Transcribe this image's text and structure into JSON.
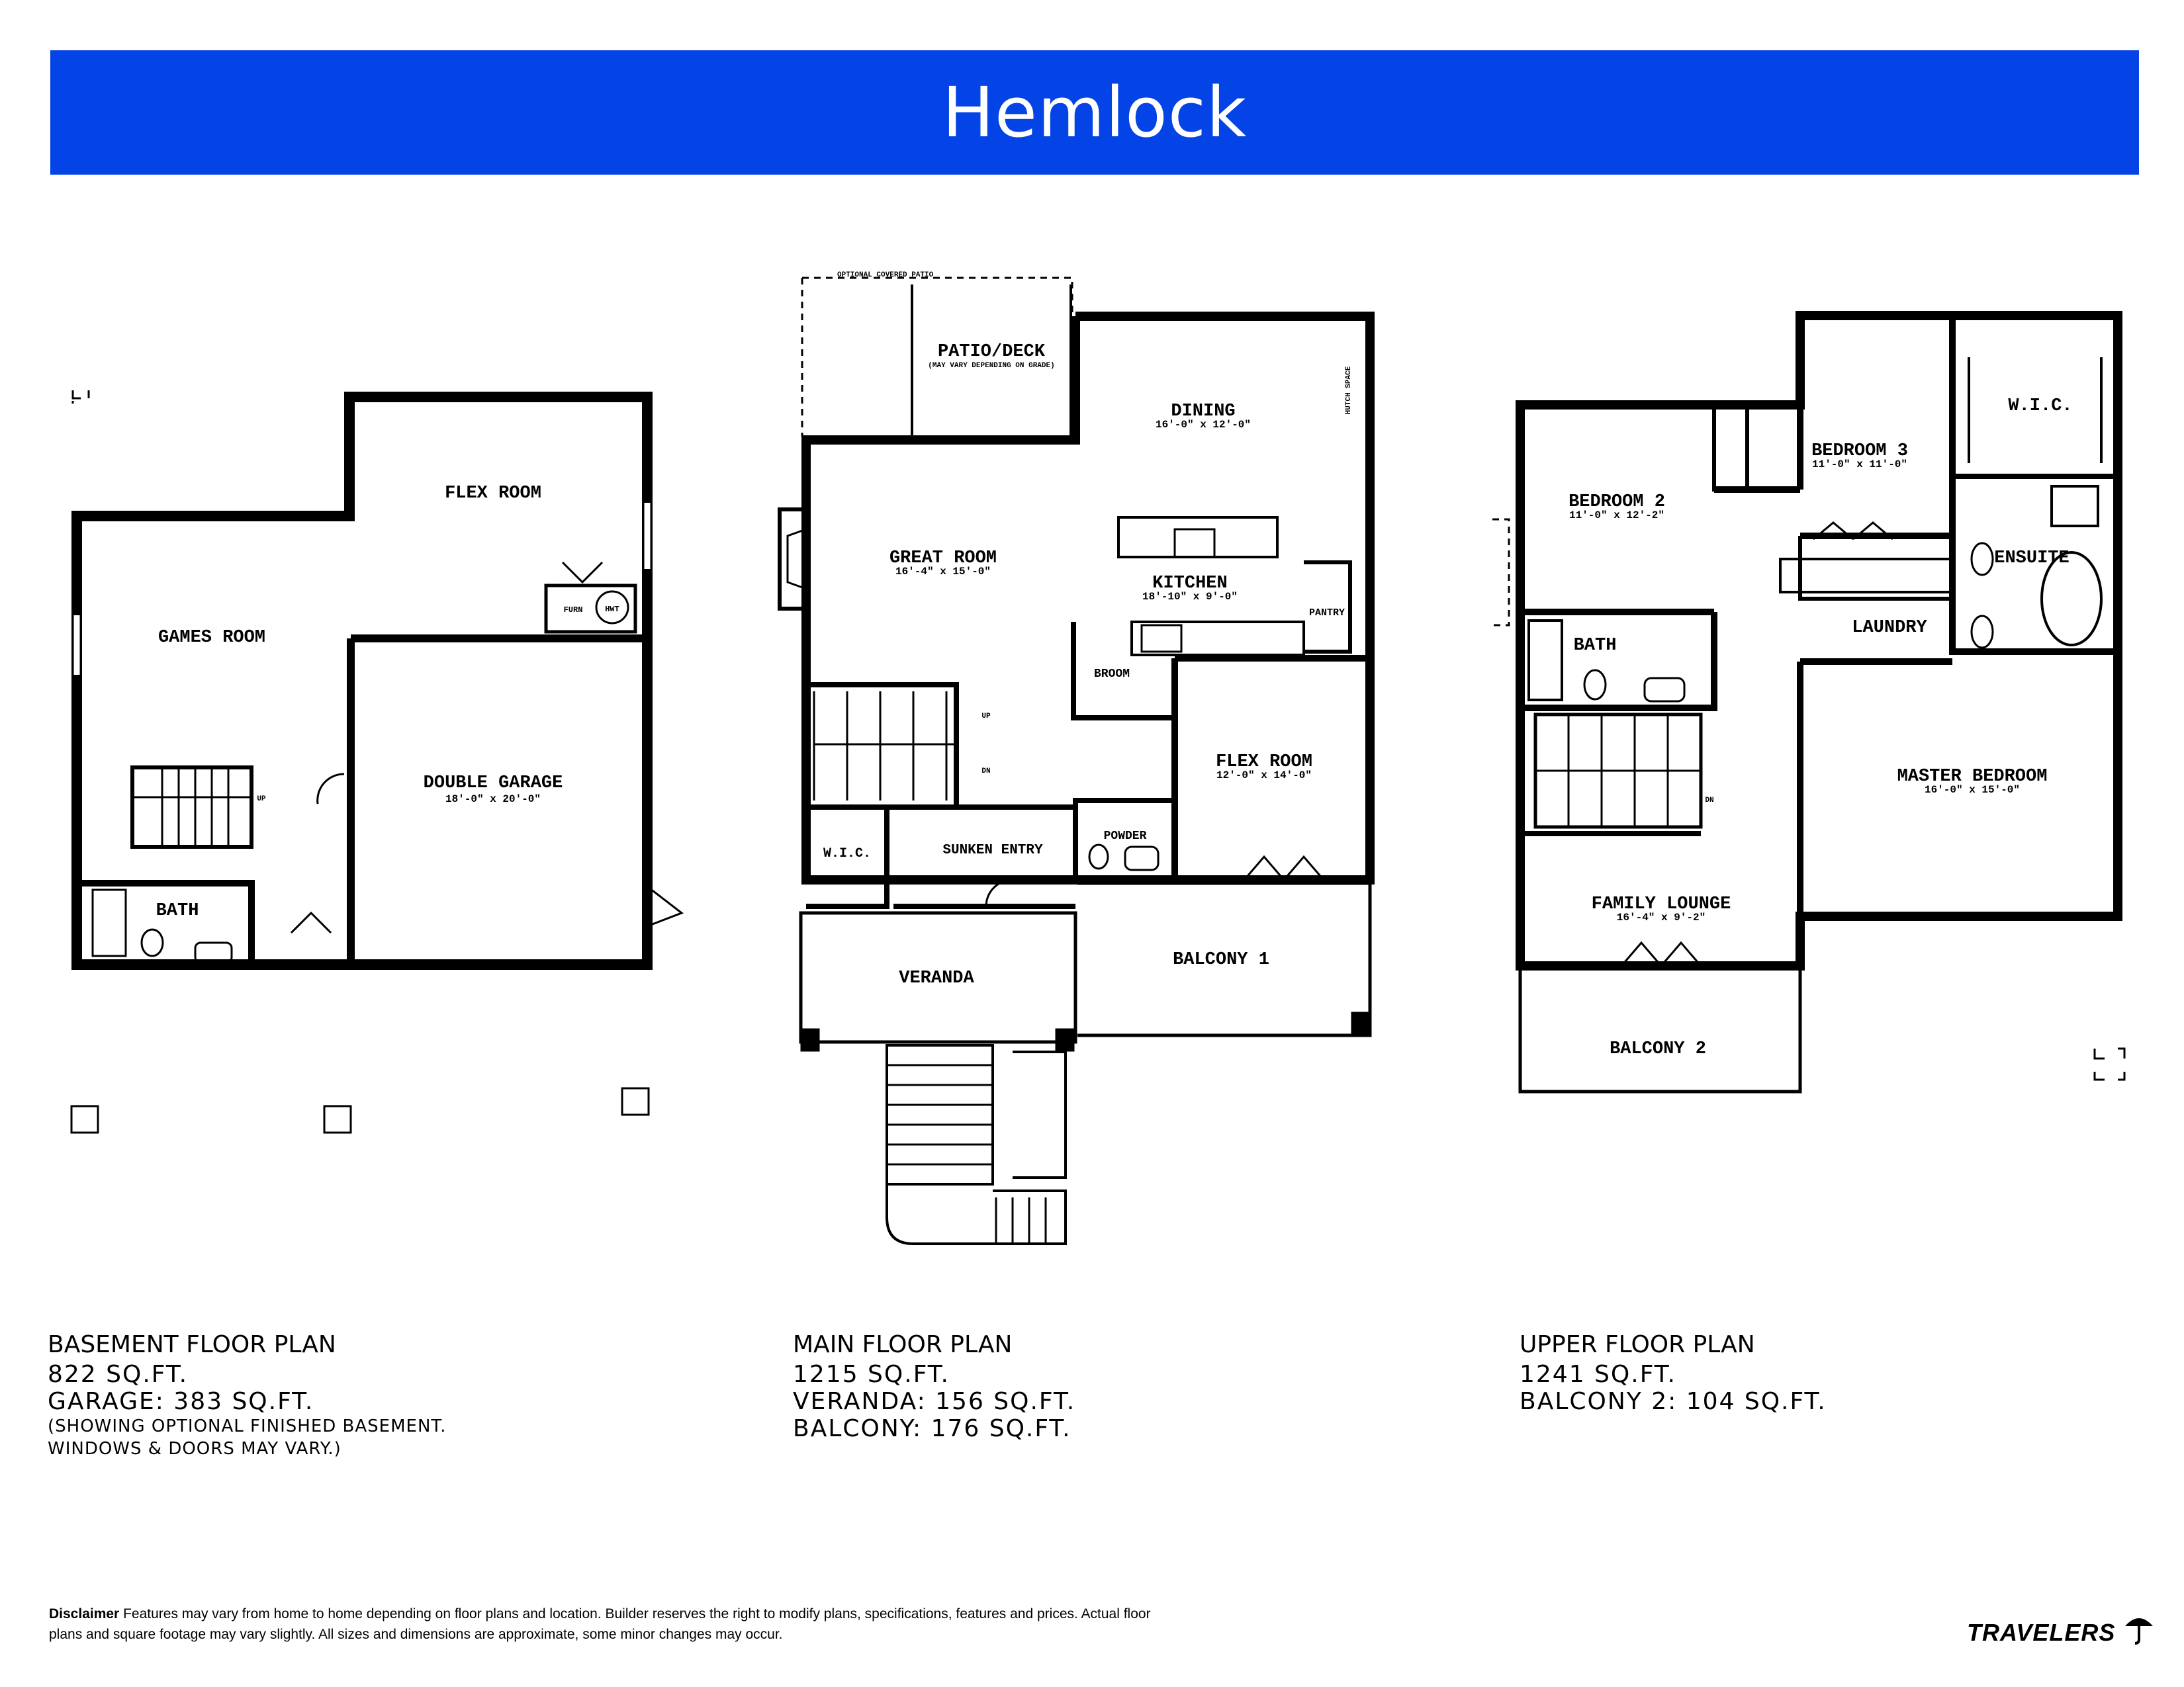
{
  "title": "Hemlock",
  "colors": {
    "banner": "#0444e6",
    "wall": "#000000"
  },
  "rooms": {
    "basement": {
      "flex_room": "FLEX ROOM",
      "games_room": "GAMES ROOM",
      "double_garage": "DOUBLE GARAGE",
      "double_garage_dim": "18'-0\" x 20'-0\"",
      "bath": "BATH",
      "furn": "FURN",
      "hwt": "HWT",
      "up": "UP"
    },
    "main": {
      "optional_patio": "OPTIONAL COVERED PATIO",
      "patio_deck": "PATIO/DECK",
      "patio_note": "(MAY VARY DEPENDING ON GRADE)",
      "dining": "DINING",
      "dining_dim": "16'-0\" x 12'-0\"",
      "hutch": "HUTCH SPACE",
      "great_room": "GREAT ROOM",
      "great_room_dim": "16'-4\" x 15'-0\"",
      "kitchen": "KITCHEN",
      "kitchen_dim": "18'-10\" x 9'-0\"",
      "pantry": "PANTRY",
      "broom": "BROOM",
      "flex_room": "FLEX ROOM",
      "flex_room_dim": "12'-0\" x 14'-0\"",
      "wic": "W.I.C.",
      "sunken_entry": "SUNKEN ENTRY",
      "powder": "POWDER",
      "veranda": "VERANDA",
      "balcony_1": "BALCONY 1",
      "up": "UP",
      "dn": "DN"
    },
    "upper": {
      "bedroom_2": "BEDROOM 2",
      "bedroom_2_dim": "11'-0\" x 12'-2\"",
      "bedroom_3": "BEDROOM 3",
      "bedroom_3_dim": "11'-0\" x 11'-0\"",
      "wic": "W.I.C.",
      "ensuite": "ENSUITE",
      "laundry": "LAUNDRY",
      "bath": "BATH",
      "master_bedroom": "MASTER BEDROOM",
      "master_bedroom_dim": "16'-0\" x 15'-0\"",
      "family_lounge": "FAMILY LOUNGE",
      "family_lounge_dim": "16'-4\" x 9'-2\"",
      "balcony_2": "BALCONY 2",
      "dn": "DN"
    }
  },
  "captions": {
    "basement": {
      "heading": "BASEMENT FLOOR PLAN",
      "line1": "822  SQ.FT.",
      "line2": "GARAGE: 383  SQ.FT.",
      "note1": "(SHOWING OPTIONAL FINISHED BASEMENT.",
      "note2": "WINDOWS & DOORS MAY VARY.)"
    },
    "main": {
      "heading": "MAIN FLOOR PLAN",
      "line1": "1215   SQ.FT.",
      "line2": "VERANDA:  156  SQ.FT.",
      "line3": "BALCONY:   176  SQ.FT."
    },
    "upper": {
      "heading": "UPPER FLOOR PLAN",
      "line1": "1241   SQ.FT.",
      "line2": "BALCONY 2: 104  SQ.FT."
    }
  },
  "disclaimer": {
    "label": "Disclaimer",
    "text": "Features may vary from home to home depending on floor plans and location. Builder reserves the right to modify plans, specifications, features and prices. Actual floor plans and square footage may vary slightly. All sizes and dimensions are approximate, some minor changes may occur."
  },
  "logo": "TRAVELERS"
}
